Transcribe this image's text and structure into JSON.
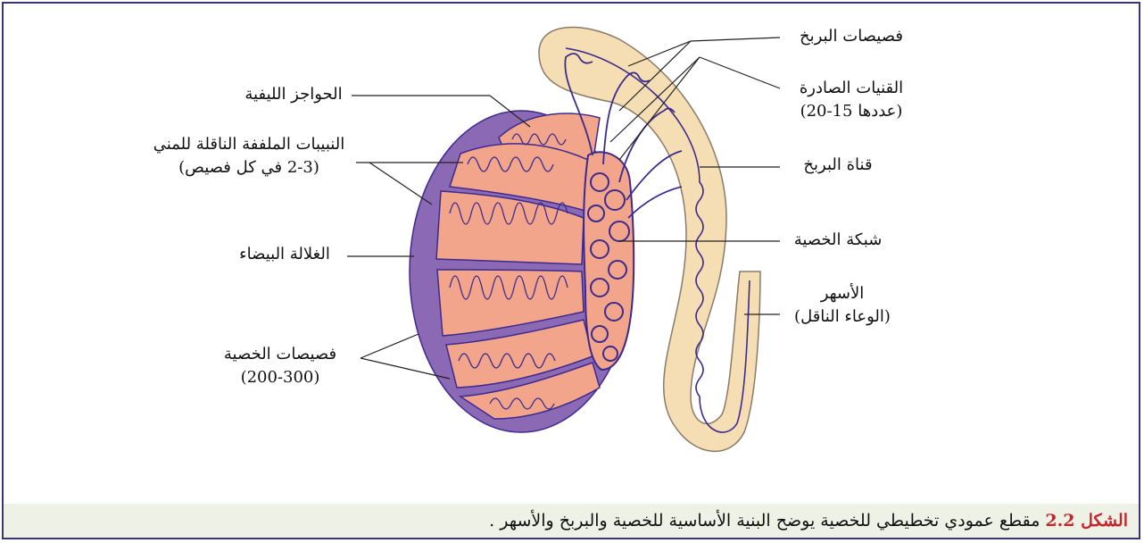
{
  "labels": {
    "septa": "الحواجز الليفية",
    "seminiferous_line1": "النبيبات الملففة الناقلة للمني",
    "seminiferous_line2": "(2-3 في كل فصيص)",
    "tunica": "الغلالة البيضاء",
    "lobules_line1": "فصيصات الخصية",
    "lobules_line2": "(200-300)",
    "epididymis_lobules": "فصيصات البربخ",
    "efferent_line1": "القنيات الصادرة",
    "efferent_line2": "(عددها 15-20)",
    "epididymis_duct": "قناة البربخ",
    "rete": "شبكة الخصية",
    "vas_line1": "الأسهر",
    "vas_line2": "(الوعاء الناقل)"
  },
  "caption": {
    "label": "الشكل 2.2",
    "text": "مقطع عمودي تخطيطي للخصية يوضح البنية الأساسية للخصية والبربخ والأسهر ."
  },
  "colors": {
    "tunica": "#8c69b4",
    "lobule": "#f2a58a",
    "tubule": "#3d2a8e",
    "epididymis": "#f5deb3",
    "frame": "#3a3572",
    "caption_bg": "#eef2e6",
    "caption_label": "#c4262e"
  }
}
